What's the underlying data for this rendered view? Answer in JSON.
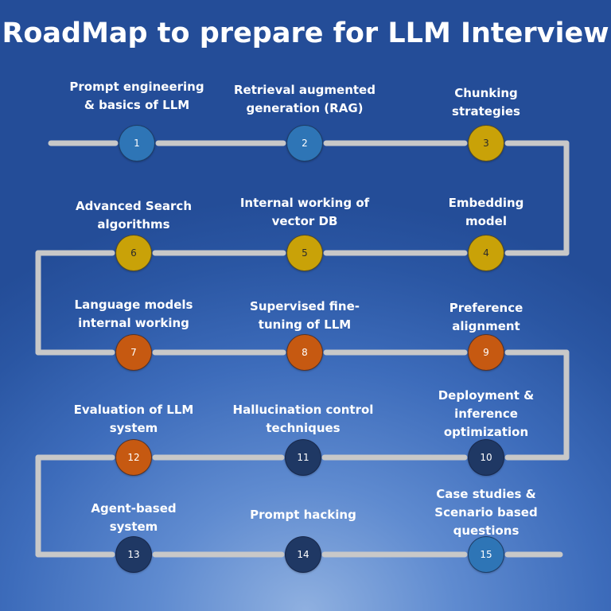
{
  "title": "RoadMap to prepare for LLM Interview",
  "colors": {
    "connector": "#c8c8c8",
    "blue": "#2e75b6",
    "gold": "#c9a208",
    "orange": "#c65911",
    "navy": "#1f3864",
    "node_text_light": "#ffffff",
    "node_text_dark": "#2b2b2b"
  },
  "steps": [
    {
      "number": "1",
      "label_lines": [
        "Prompt engineering",
        "& basics of LLM"
      ],
      "color": "blue"
    },
    {
      "number": "2",
      "label_lines": [
        "Retrieval augmented",
        "generation (RAG)"
      ],
      "color": "blue"
    },
    {
      "number": "3",
      "label_lines": [
        "Chunking",
        "strategies"
      ],
      "color": "gold"
    },
    {
      "number": "4",
      "label_lines": [
        "Embedding",
        "model"
      ],
      "color": "gold"
    },
    {
      "number": "5",
      "label_lines": [
        "Internal working of",
        "vector DB"
      ],
      "color": "gold"
    },
    {
      "number": "6",
      "label_lines": [
        "Advanced Search",
        "algorithms"
      ],
      "color": "gold"
    },
    {
      "number": "7",
      "label_lines": [
        "Language models",
        "internal working"
      ],
      "color": "orange"
    },
    {
      "number": "8",
      "label_lines": [
        "Supervised fine-",
        "tuning of LLM"
      ],
      "color": "orange"
    },
    {
      "number": "9",
      "label_lines": [
        "Preference",
        "alignment"
      ],
      "color": "orange"
    },
    {
      "number": "10",
      "label_lines": [
        "Deployment &",
        "inference",
        "optimization"
      ],
      "color": "navy"
    },
    {
      "number": "11",
      "label_lines": [
        "Hallucination control",
        "techniques"
      ],
      "color": "navy"
    },
    {
      "number": "12",
      "label_lines": [
        "Evaluation of LLM",
        "system"
      ],
      "color": "orange"
    },
    {
      "number": "13",
      "label_lines": [
        "Agent-based",
        "system"
      ],
      "color": "navy"
    },
    {
      "number": "14",
      "label_lines": [
        "Prompt hacking"
      ],
      "color": "navy"
    },
    {
      "number": "15",
      "label_lines": [
        "Case studies &",
        "Scenario based",
        "questions"
      ],
      "color": "blue"
    }
  ]
}
